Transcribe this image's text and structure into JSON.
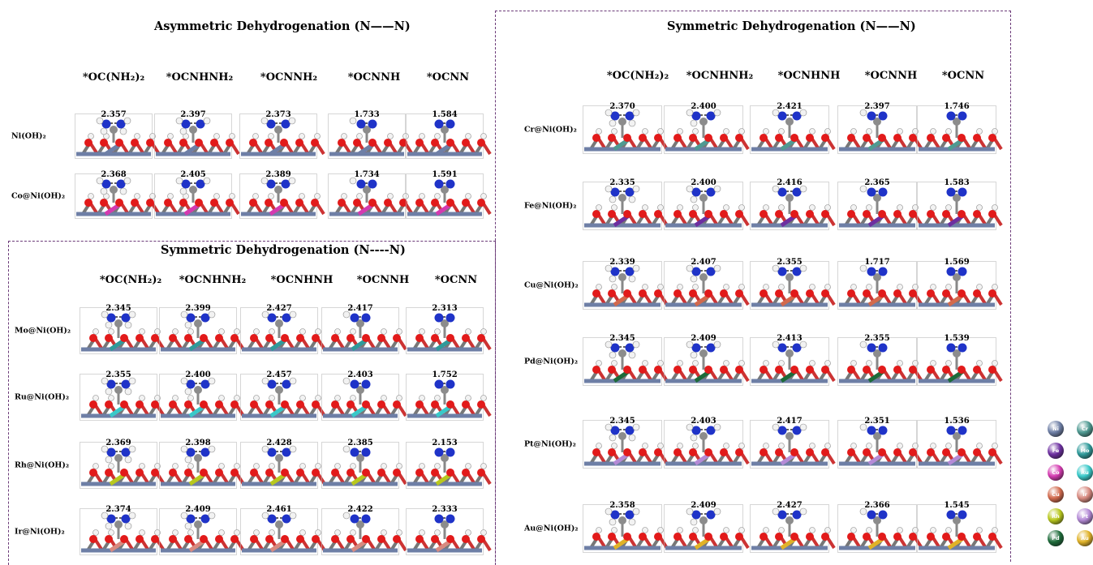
{
  "element_colors": {
    "Ni": "#6e7fa6",
    "O": "#e21a1a",
    "H": "#f2f2f2",
    "N": "#1f33c8",
    "C": "#8c8c8c",
    "Co": "#d43ab0",
    "Cr": "#4f9a92",
    "Fe": "#6d2fa0",
    "Cu": "#d26a4d",
    "Pd": "#1d6b3a",
    "Pt": "#b48ad6",
    "Au": "#e0b228",
    "Mo": "#2f9a9a",
    "Ru": "#39c9c9",
    "Rh": "#b8c81e",
    "Ir": "#d88a80"
  },
  "panels": [
    {
      "id": "panel-asym",
      "title": "Asymmetric Dehydrogenation (N——N)",
      "columns": [
        "*OC(NH₂)₂",
        "*OCNHNH₂",
        "*OCNNH₂",
        "*OCNNH",
        "*OCNN"
      ],
      "rows": [
        {
          "label": "Ni(OH)₂",
          "metal_icon": "Ni",
          "values": [
            "2.357",
            "2.397",
            "2.373",
            "1.733",
            "1.584"
          ]
        },
        {
          "label": "Co@Ni(OH)₂",
          "metal_icon": "Co",
          "values": [
            "2.368",
            "2.405",
            "2.389",
            "1.734",
            "1.591"
          ]
        }
      ]
    },
    {
      "id": "panel-sym-right",
      "title": "Symmetric Dehydrogenation (N——N)",
      "columns": [
        "*OC(NH₂)₂",
        "*OCNHNH₂",
        "*OCNHNH",
        "*OCNNH",
        "*OCNN"
      ],
      "rows": [
        {
          "label": "Cr@Ni(OH)₂",
          "metal_icon": "Cr",
          "values": [
            "2.370",
            "2.400",
            "2.421",
            "2.397",
            "1.746"
          ]
        },
        {
          "label": "Fe@Ni(OH)₂",
          "metal_icon": "Fe",
          "values": [
            "2.335",
            "2.400",
            "2.416",
            "2.365",
            "1.583"
          ]
        },
        {
          "label": "Cu@Ni(OH)₂",
          "metal_icon": "Cu",
          "values": [
            "2.339",
            "2.407",
            "2.355",
            "1.717",
            "1.569"
          ]
        },
        {
          "label": "Pd@Ni(OH)₂",
          "metal_icon": "Pd",
          "values": [
            "2.345",
            "2.409",
            "2.413",
            "2.355",
            "1.539"
          ]
        },
        {
          "label": "Pt@Ni(OH)₂",
          "metal_icon": "Pt",
          "values": [
            "2.345",
            "2.403",
            "2.417",
            "2.351",
            "1.536"
          ]
        },
        {
          "label": "Au@Ni(OH)₂",
          "metal_icon": "Au",
          "values": [
            "2.358",
            "2.409",
            "2.427",
            "2.366",
            "1.545"
          ]
        }
      ]
    },
    {
      "id": "panel-sym-left",
      "title": "Symmetric Dehydrogenation (N----N)",
      "columns": [
        "*OC(NH₂)₂",
        "*OCNHNH₂",
        "*OCNHNH",
        "*OCNNH",
        "*OCNN"
      ],
      "rows": [
        {
          "label": "Mo@Ni(OH)₂",
          "metal_icon": "Mo",
          "values": [
            "2.345",
            "2.399",
            "2.427",
            "2.417",
            "2.313"
          ]
        },
        {
          "label": "Ru@Ni(OH)₂",
          "metal_icon": "Ru",
          "values": [
            "2.355",
            "2.400",
            "2.457",
            "2.403",
            "1.752"
          ]
        },
        {
          "label": "Rh@Ni(OH)₂",
          "metal_icon": "Rh",
          "values": [
            "2.369",
            "2.398",
            "2.428",
            "2.385",
            "2.153"
          ]
        },
        {
          "label": "Ir@Ni(OH)₂",
          "metal_icon": "Ir",
          "values": [
            "2.374",
            "2.409",
            "2.461",
            "2.422",
            "2.333"
          ]
        }
      ]
    }
  ],
  "legend": [
    {
      "symbol": "Ni"
    },
    {
      "symbol": "Cr"
    },
    {
      "symbol": "Fe"
    },
    {
      "symbol": "Mo"
    },
    {
      "symbol": "Co"
    },
    {
      "symbol": "Ru"
    },
    {
      "symbol": "Cu"
    },
    {
      "symbol": "Ir"
    },
    {
      "symbol": "Rh"
    },
    {
      "symbol": "Pt"
    },
    {
      "symbol": "Pd"
    },
    {
      "symbol": "Au"
    }
  ]
}
